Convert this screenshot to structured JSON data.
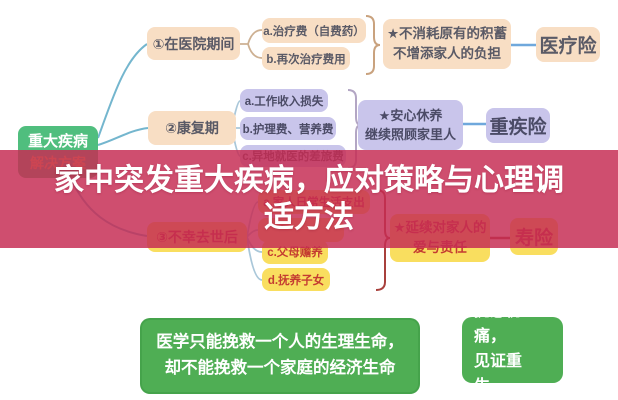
{
  "banner": {
    "title_line1": "家中突发重大疾病，应对策略与心理调",
    "title_line2": "适方法"
  },
  "root": {
    "title": "重大疾病",
    "subtitle": "解决方案"
  },
  "branches": [
    {
      "label": "①在医院期间",
      "children": [
        "a.治疗费（自费药）",
        "b.再次治疗费用"
      ],
      "benefit": [
        "★不消耗原有的积蓄",
        "不增添家人的负担"
      ],
      "product": "医疗险"
    },
    {
      "label": "②康复期",
      "children": [
        "a.工作收入损失",
        "b.护理费、营养费",
        "c.异地就医的差旅费"
      ],
      "benefit": [
        "★安心休养",
        "继续照顾家里人"
      ],
      "product": "重疾险"
    },
    {
      "label": "③不幸去世后",
      "children": [
        "a.家人日常生活支出",
        "",
        "c.父母赡养",
        "d.抚养子女"
      ],
      "benefit": [
        "★延续对家人的",
        "爱与责任"
      ],
      "product": "寿险"
    }
  ],
  "quotes": [
    {
      "line1": "医学只能挽救一个人的生理生命，",
      "line2": "却不能挽救一个家庭的经济生命"
    },
    {
      "line1": "抚慰伤痛，",
      "line2": "见证重生。"
    }
  ],
  "colors": {
    "banner": "#C72C54",
    "root_green": "#50BE7E",
    "orange_box": "#F8DEC4",
    "lavender_box": "#C9C5EB",
    "yellow_box": "#F9DE5F",
    "quote_green": "#4FAE54",
    "red_text": "#C43C31",
    "blue_connector": "#6FA8DC",
    "dark_red_connector": "#A8403C",
    "teal_connector": "#74B6CE"
  }
}
